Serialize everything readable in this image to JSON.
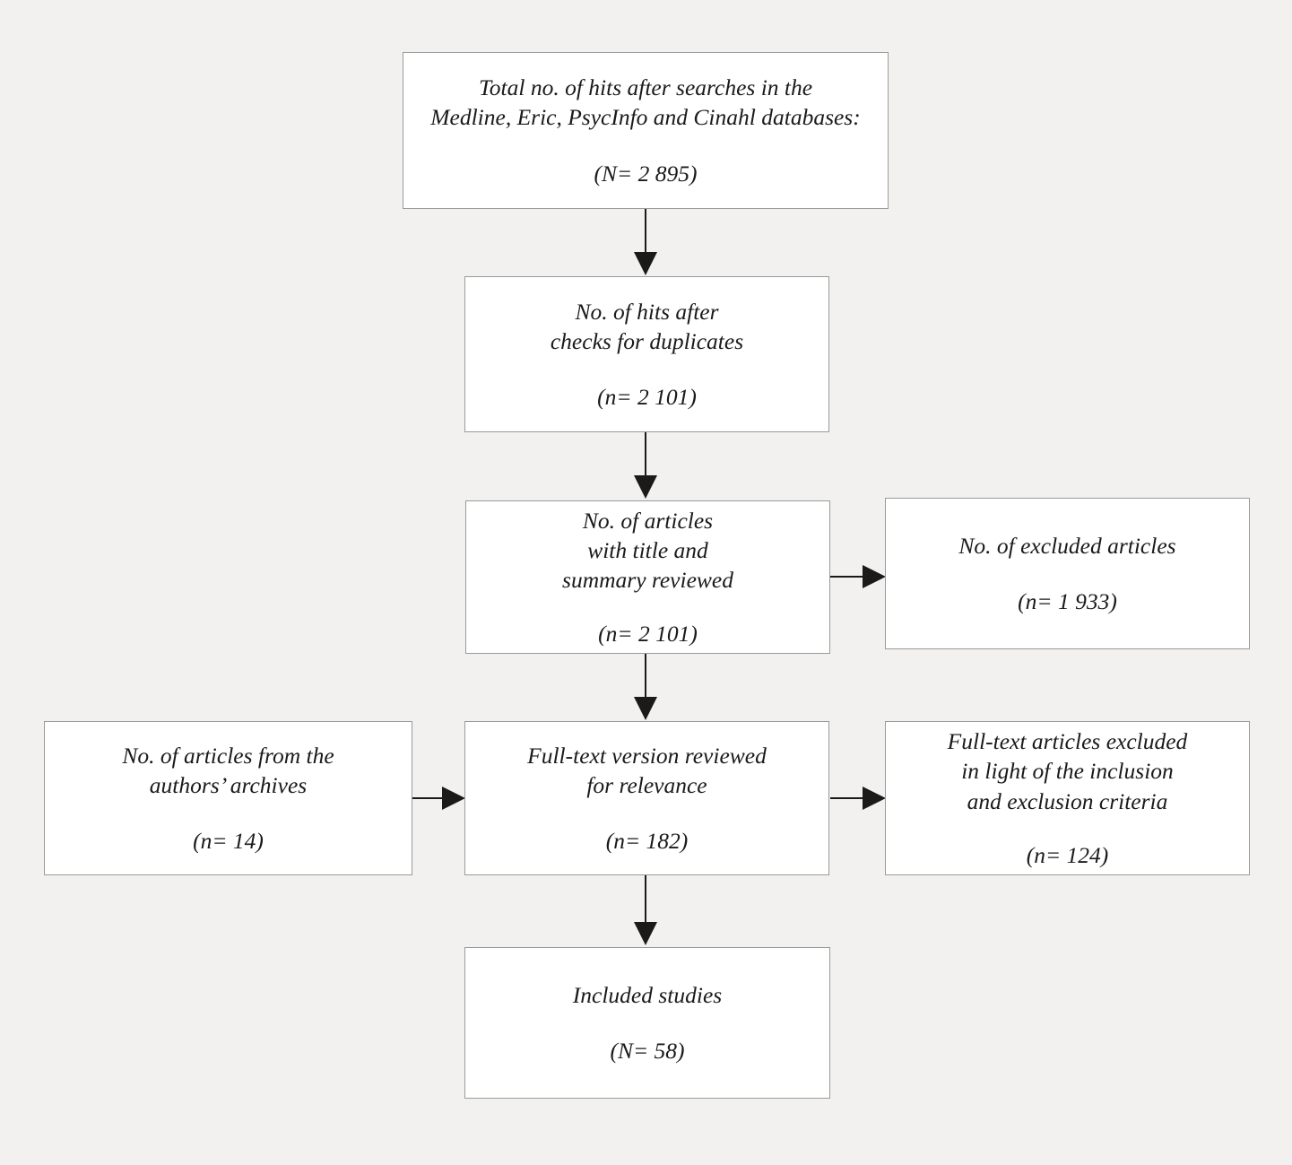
{
  "diagram": {
    "title": "PRISMA-style study selection flowchart",
    "background_color": "#f2f1ef",
    "box_fill_color": "#ffffff",
    "box_border_color": "#9a9a99",
    "text_color": "#1a1a1a",
    "nodes": [
      {
        "id": "search-hits",
        "label": "Total no. of hits after searches in the\nMedline, Eric, PsycInfo and Cinahl databases:",
        "count": "(N= 2 895)"
      },
      {
        "id": "after-duplicates",
        "label": "No. of hits after\nchecks for duplicates",
        "count": "(n= 2 101)"
      },
      {
        "id": "title-summary-reviewed",
        "label": "No. of articles\nwith title and\nsummary reviewed",
        "count": "(n= 2 101)"
      },
      {
        "id": "excluded-articles",
        "label": "No. of excluded articles",
        "count": "(n= 1 933)"
      },
      {
        "id": "authors-archives",
        "label": "No. of articles from the\nauthors’ archives",
        "count": "(n= 14)"
      },
      {
        "id": "fulltext-reviewed",
        "label": "Full-text version reviewed\nfor relevance",
        "count": "(n= 182)"
      },
      {
        "id": "fulltext-excluded",
        "label": "Full-text articles excluded\nin light of the inclusion\nand exclusion criteria",
        "count": "(n= 124)"
      },
      {
        "id": "included-studies",
        "label": "Included studies",
        "count": "(N= 58)"
      }
    ],
    "connectors": [
      {
        "id": "search-to-duplicates",
        "from": "search-hits",
        "to": "after-duplicates",
        "direction": "down"
      },
      {
        "id": "duplicates-to-title",
        "from": "after-duplicates",
        "to": "title-summary-reviewed",
        "direction": "down"
      },
      {
        "id": "title-to-excluded",
        "from": "title-summary-reviewed",
        "to": "excluded-articles",
        "direction": "right"
      },
      {
        "id": "title-to-fulltext",
        "from": "title-summary-reviewed",
        "to": "fulltext-reviewed",
        "direction": "down"
      },
      {
        "id": "archives-to-fulltext",
        "from": "authors-archives",
        "to": "fulltext-reviewed",
        "direction": "right"
      },
      {
        "id": "fulltext-to-excluded",
        "from": "fulltext-reviewed",
        "to": "fulltext-excluded",
        "direction": "right"
      },
      {
        "id": "fulltext-to-included",
        "from": "fulltext-reviewed",
        "to": "included-studies",
        "direction": "down"
      }
    ]
  }
}
